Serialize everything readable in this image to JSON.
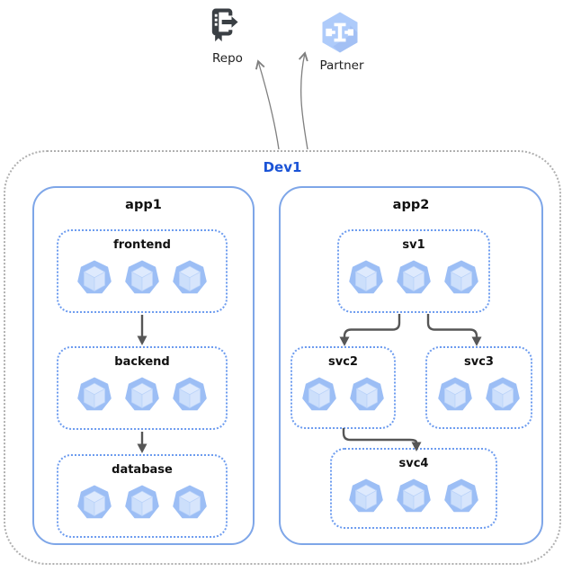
{
  "diagram": {
    "external_nodes": [
      {
        "id": "repo",
        "label": "Repo",
        "icon": "source-repository-icon"
      },
      {
        "id": "partner",
        "label": "Partner",
        "icon": "partner-interconnect-hexagon-icon"
      }
    ],
    "environment": {
      "label": "Dev1",
      "apps": [
        {
          "label": "app1",
          "services": [
            {
              "label": "frontend",
              "pods": 3
            },
            {
              "label": "backend",
              "pods": 3
            },
            {
              "label": "database",
              "pods": 3
            }
          ]
        },
        {
          "label": "app2",
          "services": [
            {
              "label": "sv1",
              "pods": 3
            },
            {
              "label": "svc2",
              "pods": 2
            },
            {
              "label": "svc3",
              "pods": 2
            },
            {
              "label": "svc4",
              "pods": 3
            }
          ]
        }
      ]
    },
    "edges": [
      {
        "from": "Dev1",
        "to": "Repo",
        "style": "thin-curved"
      },
      {
        "from": "Dev1",
        "to": "Partner",
        "style": "thin-curved"
      },
      {
        "from": "frontend",
        "to": "backend",
        "style": "solid-arrow"
      },
      {
        "from": "backend",
        "to": "database",
        "style": "solid-arrow"
      },
      {
        "from": "sv1",
        "to": "svc2",
        "style": "solid-arrow"
      },
      {
        "from": "sv1",
        "to": "svc3",
        "style": "solid-arrow"
      },
      {
        "from": "svc2",
        "to": "svc4",
        "style": "solid-arrow"
      }
    ]
  },
  "colors": {
    "canvas_bg": "#ffffff",
    "env_border": "#b0b0b0",
    "env_label": "#1a53d6",
    "app_border": "#7ea6e8",
    "service_border": "#6d9cef",
    "pod_fill": "#9cbef5",
    "pod_cube_top": "#deeafd",
    "pod_cube_left": "#ccdffb",
    "pod_cube_right": "#d7e5fc",
    "arrow_dark": "#565656",
    "arrow_thin": "#7f7f7f",
    "label_text": "#111111",
    "repo_icon": "#3a3f44",
    "partner_hex": "#aecbfa"
  }
}
